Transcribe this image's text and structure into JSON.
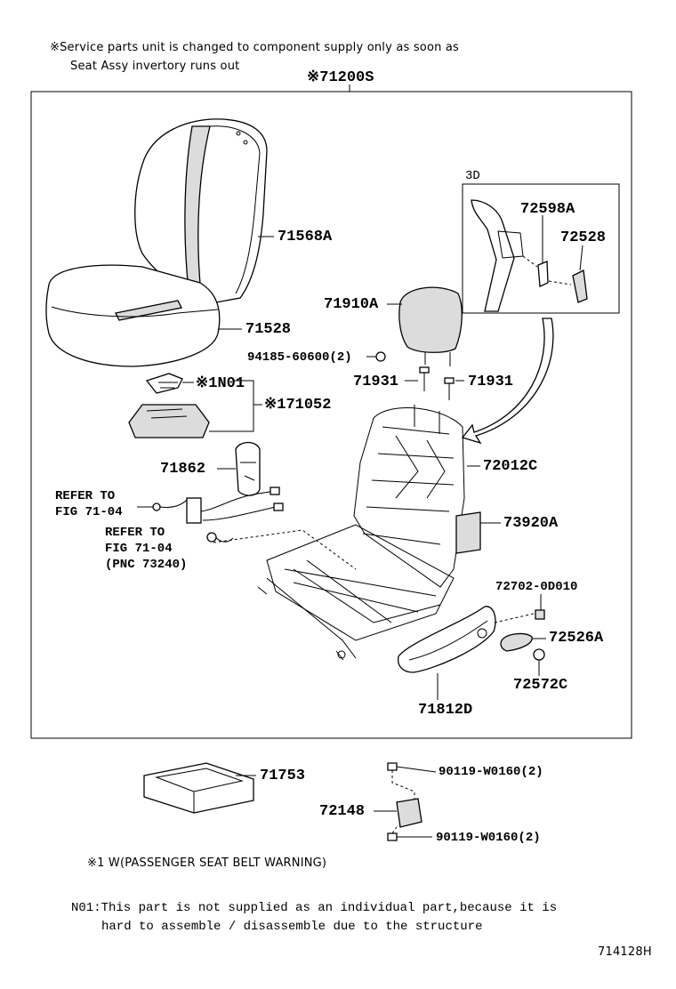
{
  "header_note": {
    "line1": "※Service parts unit is changed to component supply only as soon as",
    "line2": "Seat Assy invertory runs out"
  },
  "assembly_ref": "※71200S",
  "inset_label": "3D",
  "parts": {
    "p71568A": "71568A",
    "p71528": "71528",
    "p1N01": "※1N01",
    "p171052": "※171052",
    "p71910A": "71910A",
    "p94185": "94185-60600(2)",
    "p71931a": "71931",
    "p71931b": "71931",
    "p72598A": "72598A",
    "p72528": "72528",
    "p71862": "71862",
    "p72012C": "72012C",
    "p73920A": "73920A",
    "p72702": "72702-0D010",
    "p72526A": "72526A",
    "p72572C": "72572C",
    "p71812D": "71812D",
    "p71753": "71753",
    "p90119a": "90119-W0160(2)",
    "p72148": "72148",
    "p90119b": "90119-W0160(2)"
  },
  "refer1": {
    "line1": "REFER TO",
    "line2": "FIG 71-04"
  },
  "refer2": {
    "line1": "REFER TO",
    "line2": "FIG 71-04",
    "line3": "(PNC 73240)"
  },
  "footnote1": "※1 W(PASSENGER SEAT BELT WARNING)",
  "footnote2": {
    "line1": "N01:This part is not supplied as an individual part,because it is",
    "line2": "hard to assemble / disassemble due to the structure"
  },
  "figure_id": "714128H"
}
